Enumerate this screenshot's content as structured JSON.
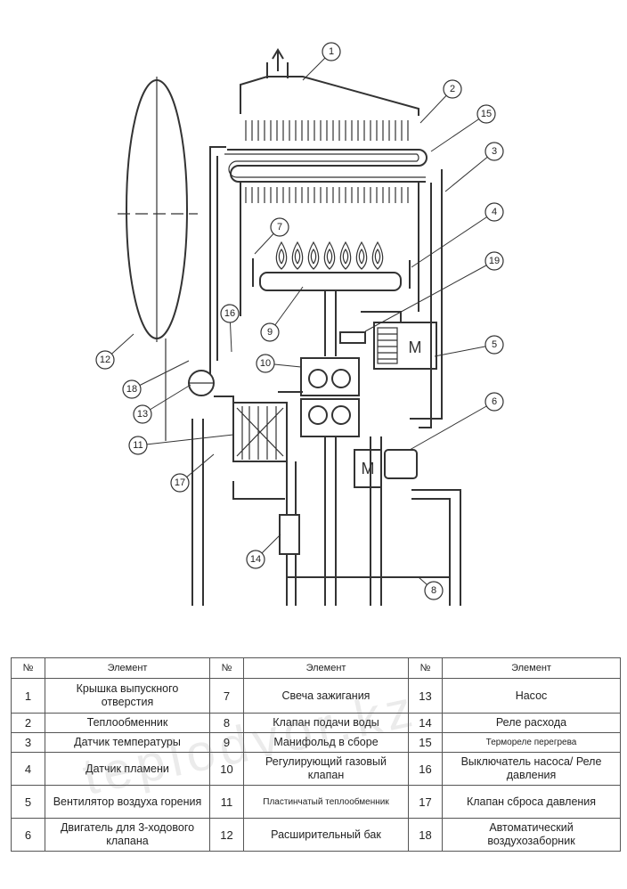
{
  "legend": {
    "headers": [
      "№",
      "Элемент",
      "№",
      "Элемент",
      "№",
      "Элемент"
    ],
    "rows": [
      [
        {
          "n": "1",
          "t": "Крышка выпускного отверстия"
        },
        {
          "n": "7",
          "t": "Свеча зажигания"
        },
        {
          "n": "13",
          "t": "Насос"
        }
      ],
      [
        {
          "n": "2",
          "t": "Теплообменник"
        },
        {
          "n": "8",
          "t": "Клапан подачи воды"
        },
        {
          "n": "14",
          "t": "Реле расхода"
        }
      ],
      [
        {
          "n": "3",
          "t": "Датчик температуры"
        },
        {
          "n": "9",
          "t": "Манифольд в сборе"
        },
        {
          "n": "15",
          "t": "Термореле перегрева"
        }
      ],
      [
        {
          "n": "4",
          "t": "Датчик пламени"
        },
        {
          "n": "10",
          "t": "Регулирующий газовый клапан"
        },
        {
          "n": "16",
          "t": "Выключатель насоса/ Реле давления"
        }
      ],
      [
        {
          "n": "5",
          "t": "Вентилятор воздуха горения"
        },
        {
          "n": "11",
          "t": "Пластинчатый теплообменник"
        },
        {
          "n": "17",
          "t": "Клапан сброса давления"
        }
      ],
      [
        {
          "n": "6",
          "t": "Двигатель для 3-ходового клапана"
        },
        {
          "n": "12",
          "t": "Расширительный бак"
        },
        {
          "n": "18",
          "t": "Автоматический воздухозаборник"
        }
      ]
    ]
  },
  "diagram": {
    "callouts": [
      "1",
      "2",
      "15",
      "3",
      "4",
      "19",
      "5",
      "6",
      "7",
      "9",
      "16",
      "10",
      "18",
      "13",
      "11",
      "12",
      "17",
      "14",
      "8"
    ],
    "motor_label": "M"
  },
  "watermark": "teplodvor.kz"
}
